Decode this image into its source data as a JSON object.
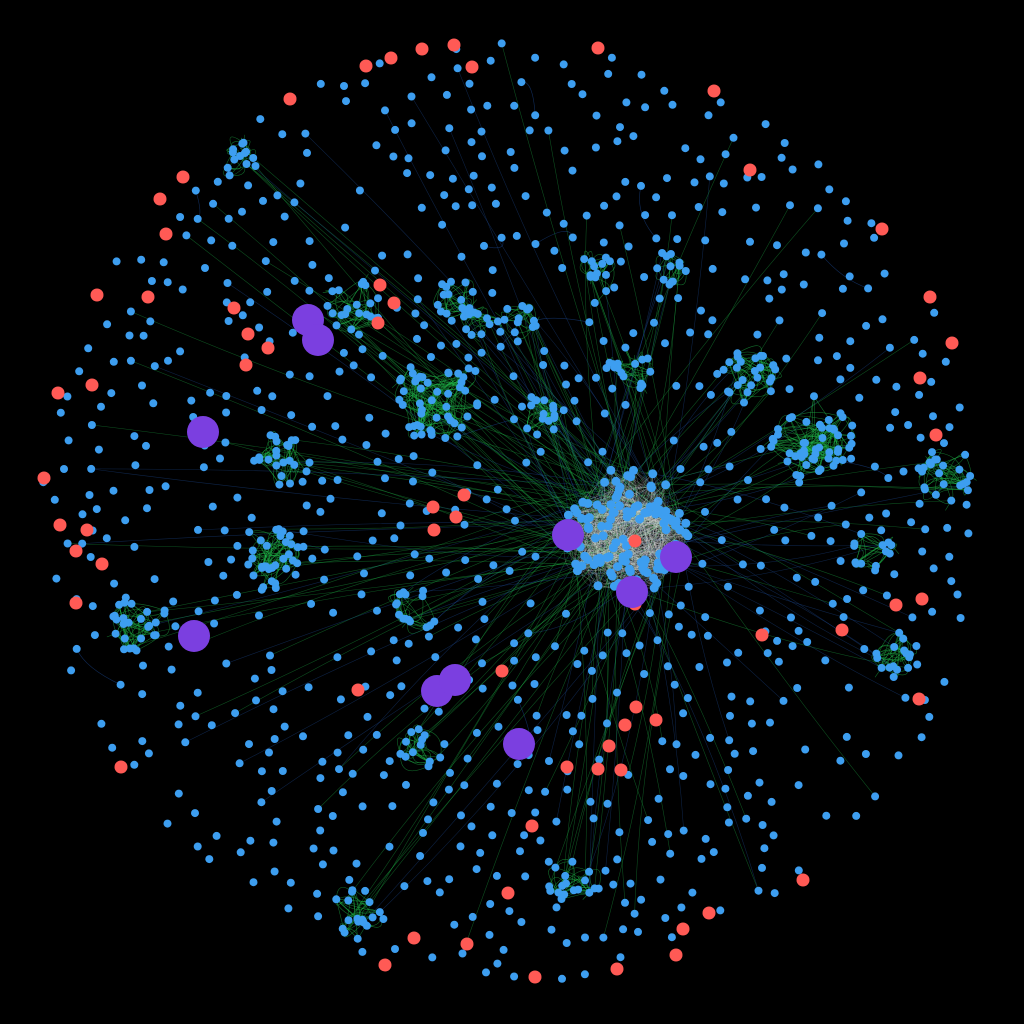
{
  "colors": {
    "background": "#000000",
    "regular_node": "#3d9ef0",
    "highlighted_node": "#ff5a55",
    "hub_node": "#7b3fe0",
    "edge_intra": "#1fb84a",
    "edge_cross": "#1e4fa0",
    "edge_core": "#d9d9d9"
  },
  "legend_node_types": [
    "regular",
    "highlighted",
    "hub"
  ],
  "icons": [
    "network-graph-icon"
  ]
}
